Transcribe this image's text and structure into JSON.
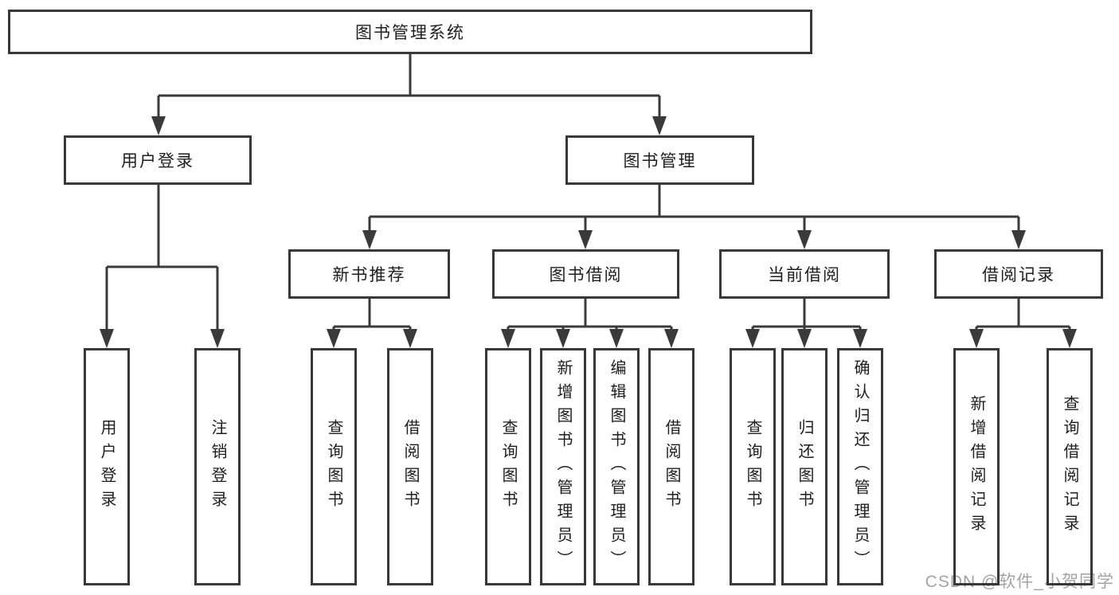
{
  "diagram": {
    "root": {
      "label": "图书管理系统"
    },
    "branches": [
      {
        "label": "用户登录",
        "children": [
          {
            "label": "用户登录"
          },
          {
            "label": "注销登录"
          }
        ]
      },
      {
        "label": "图书管理",
        "children": [
          {
            "label": "新书推荐",
            "children": [
              {
                "label": "查询图书"
              },
              {
                "label": "借阅图书"
              }
            ]
          },
          {
            "label": "图书借阅",
            "children": [
              {
                "label": "查询图书"
              },
              {
                "label": "新增图书（管理员）"
              },
              {
                "label": "编辑图书（管理员）"
              },
              {
                "label": "借阅图书"
              }
            ]
          },
          {
            "label": "当前借阅",
            "children": [
              {
                "label": "查询图书"
              },
              {
                "label": "归还图书"
              },
              {
                "label": "确认归还（管理员）"
              }
            ]
          },
          {
            "label": "借阅记录",
            "children": [
              {
                "label": "新增借阅记录"
              },
              {
                "label": "查询借阅记录"
              }
            ]
          }
        ]
      }
    ]
  },
  "watermark": "CSDN @软件_小贺同学",
  "colors": {
    "line": "#3a3a3a",
    "border": "#383838",
    "text": "#1e1e1e",
    "watermark": "#a3a3a3"
  }
}
